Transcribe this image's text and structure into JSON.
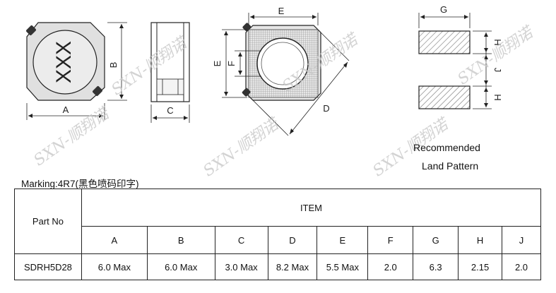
{
  "dimension_labels": {
    "a": "A",
    "b": "B",
    "c": "C",
    "d": "D",
    "e": "E",
    "f": "F",
    "g": "G",
    "h": "H",
    "j": "J"
  },
  "marking_code": "XXX",
  "marking_text": "Marking:4R7(黑色喷码印字)",
  "land_pattern": {
    "line1": "Recommended",
    "line2": "Land Pattern"
  },
  "watermark": "SXN-顺翔诺",
  "table": {
    "part_no_header": "Part No",
    "item_header": "ITEM",
    "columns": [
      "A",
      "B",
      "C",
      "D",
      "E",
      "F",
      "G",
      "H",
      "J"
    ],
    "rows": [
      {
        "part_no": "SDRH5D28",
        "values": [
          "6.0 Max",
          "6.0 Max",
          "3.0 Max",
          "8.2 Max",
          "5.5 Max",
          "2.0",
          "6.3",
          "2.15",
          "2.0"
        ]
      }
    ]
  },
  "colors": {
    "body_gray": "#dcdcdc",
    "line": "#222222",
    "hatch": "#777777"
  }
}
